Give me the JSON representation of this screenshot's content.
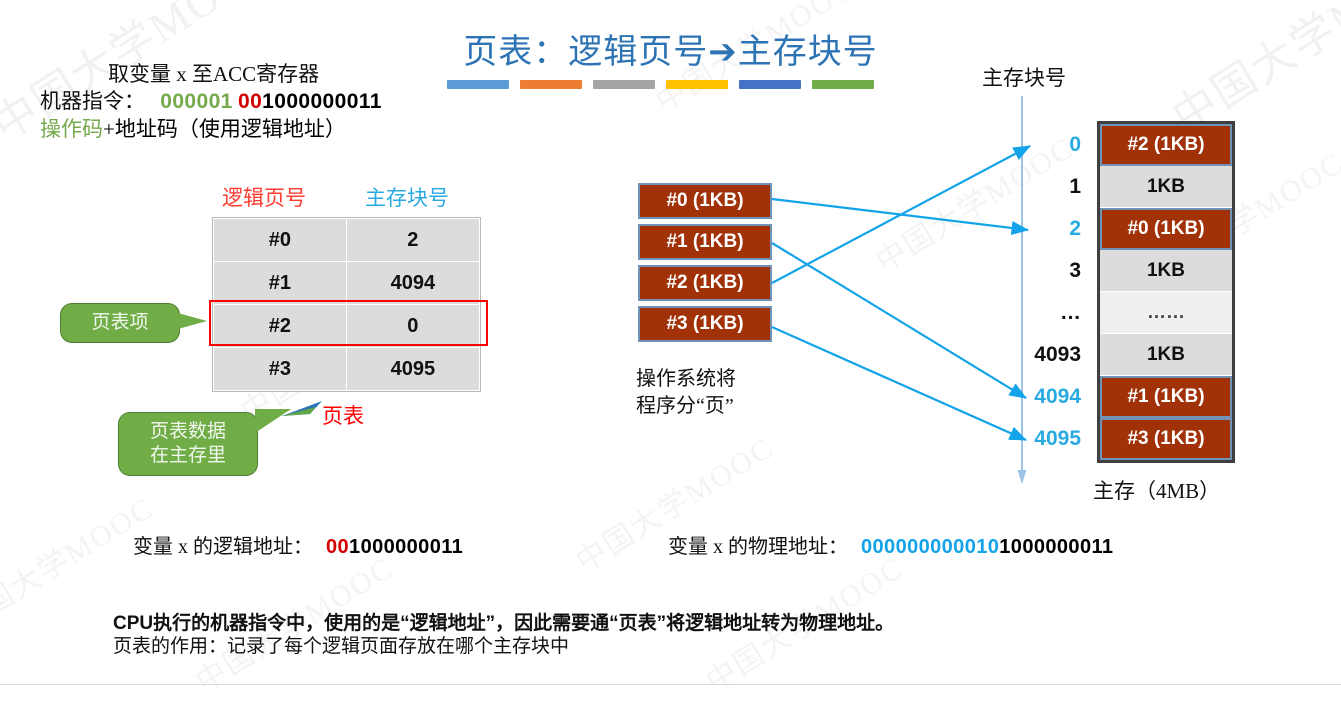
{
  "title": "页表：逻辑页号➔主存块号",
  "title_rule_colors": [
    "#5B9BD5",
    "#ED7D31",
    "#A5A5A5",
    "#FFC000",
    "#4472C4",
    "#70AD47"
  ],
  "instruction": {
    "line1": "取变量 x 至ACC寄存器",
    "line2_label": "机器指令：",
    "opcode": "000001",
    "addr_high": "00",
    "addr_low": "1000000011",
    "line3_green": "操作码",
    "line3_rest": "+地址码（使用逻辑地址）",
    "opcode_color": "#76A94C",
    "addr_high_color": "#D50000"
  },
  "page_table": {
    "header_left": "逻辑页号",
    "header_right": "主存块号",
    "header_left_color": "#FF3B30",
    "header_right_color": "#29ABE2",
    "rows": [
      {
        "page": "#0",
        "block": "2"
      },
      {
        "page": "#1",
        "block": "4094"
      },
      {
        "page": "#2",
        "block": "0"
      },
      {
        "page": "#3",
        "block": "4095"
      }
    ],
    "highlight_row_index": 2,
    "highlight_color": "#FF0000",
    "label": "页表",
    "label_color": "#FF0000"
  },
  "callouts": [
    {
      "name": "page-table-entry",
      "text": "页表项"
    },
    {
      "name": "page-table-in-memory",
      "line1": "页表数据",
      "line2": "在主存里"
    }
  ],
  "page_blocks": {
    "items": [
      "#0 (1KB)",
      "#1 (1KB)",
      "#2 (1KB)",
      "#3 (1KB)"
    ],
    "fill_color": "#A13208",
    "note_line1": "操作系统将",
    "note_line2": "程序分“页”"
  },
  "memory": {
    "header": "主存块号",
    "caption": "主存（4MB）",
    "rows": [
      {
        "num": "0",
        "num_color": "#29ABE2",
        "text": "#2 (1KB)",
        "used": true
      },
      {
        "num": "1",
        "num_color": "#111111",
        "text": "1KB",
        "used": false
      },
      {
        "num": "2",
        "num_color": "#29ABE2",
        "text": "#0 (1KB)",
        "used": true
      },
      {
        "num": "3",
        "num_color": "#111111",
        "text": "1KB",
        "used": false
      },
      {
        "num": "…",
        "num_color": "#111111",
        "text": "……",
        "used": false
      },
      {
        "num": "4093",
        "num_color": "#111111",
        "text": "1KB",
        "used": false
      },
      {
        "num": "4094",
        "num_color": "#29ABE2",
        "text": "#1 (1KB)",
        "used": true
      },
      {
        "num": "4095",
        "num_color": "#29ABE2",
        "text": "#3 (1KB)",
        "used": true
      }
    ]
  },
  "mappings": [
    {
      "from": "#0",
      "to": "2"
    },
    {
      "from": "#1",
      "to": "4094"
    },
    {
      "from": "#2",
      "to": "0"
    },
    {
      "from": "#3",
      "to": "4095"
    }
  ],
  "addresses": {
    "logical_label": "变量 x 的逻辑地址：",
    "logical_high": "00",
    "logical_low": "1000000011",
    "logical_high_color": "#D50000",
    "physical_label": "变量 x 的物理地址：",
    "physical_high": "000000000010",
    "physical_low": "1000000011",
    "physical_high_color": "#13A3E8"
  },
  "footer": {
    "line1": "CPU执行的机器指令中，使用的是“逻辑地址”，因此需要通“页表”将逻辑地址转为物理地址。",
    "line2": "页表的作用：记录了每个逻辑页面存放在哪个主存块中"
  },
  "watermark": "中国大学MOOC",
  "accent_blue": "#13A3E8"
}
